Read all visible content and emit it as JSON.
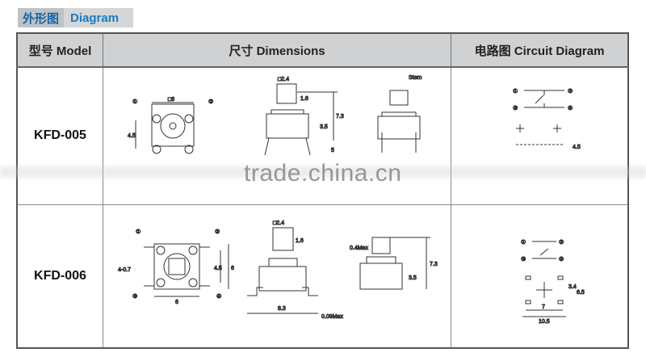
{
  "section_tab": {
    "cn": "外形图",
    "en": "Diagram"
  },
  "header": {
    "model": "型号 Model",
    "dimensions": "尺寸 Dimensions",
    "circuit": "电路图 Circuit Diagram"
  },
  "rows": [
    {
      "model": "KFD-005",
      "dim_labels": {
        "top_square": "□6",
        "top_height": "4.5",
        "pin1": "①",
        "pin2": "②",
        "stem_square": "□2.4",
        "stem_h": "1.6",
        "total_h": "7.3",
        "body_h": "3.5",
        "lead": "5",
        "stem": "Stem"
      },
      "circuit_labels": {
        "p1": "①",
        "p2": "②",
        "p3": "③",
        "p4": "④",
        "dim": "4.5"
      }
    },
    {
      "model": "KFD-006",
      "dim_labels": {
        "pin1": "①",
        "pin2": "②",
        "pin3": "③",
        "pin4": "④",
        "pad": "4-0.7",
        "inner": "4.5",
        "side": "6",
        "bottom": "6",
        "stem_square": "□2.4",
        "stem_h": "1.6",
        "width": "8.3",
        "max1": "0.09Max",
        "max2": "0.4Max",
        "total_h": "7.3",
        "body_h": "3.5"
      },
      "circuit_labels": {
        "p1": "①",
        "p2": "②",
        "p3": "③",
        "p4": "④",
        "d1": "3.4",
        "d2": "6.5",
        "d3": "7",
        "d4": "10.5"
      }
    }
  ],
  "watermark": "trade.china.cn",
  "colors": {
    "tab_text": "#1a7bc0",
    "header_bg": "#cfd1d2"
  }
}
